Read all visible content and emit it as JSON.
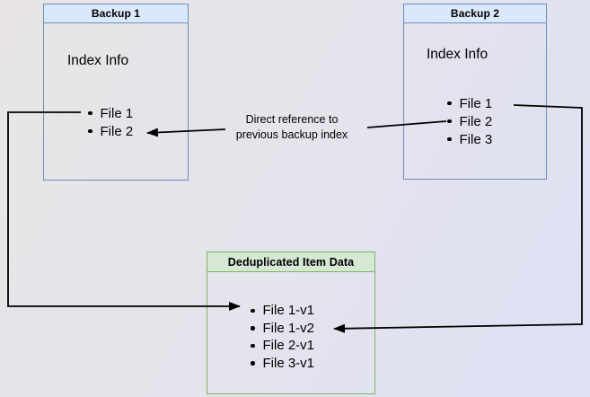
{
  "diagram": {
    "backup1": {
      "title": "Backup 1",
      "section_label": "Index Info",
      "files": [
        "File 1",
        "File 2"
      ]
    },
    "backup2": {
      "title": "Backup 2",
      "section_label": "Index Info",
      "files": [
        "File 1",
        "File 2",
        "File 3"
      ]
    },
    "dedup": {
      "title": "Deduplicated Item Data",
      "files": [
        "File 1-v1",
        "File 1-v2",
        "File 2-v1",
        "File 3-v1"
      ]
    },
    "annotation": {
      "line1": "Direct reference to",
      "line2": "previous backup index"
    }
  },
  "colors": {
    "blue_fill": "#dae8fc",
    "blue_border": "#6c8ebf",
    "green_fill": "#d5e8d4",
    "green_border": "#82b366",
    "connector": "#000000",
    "background_start": "#e8e5e4",
    "background_end": "#dee0f4"
  }
}
